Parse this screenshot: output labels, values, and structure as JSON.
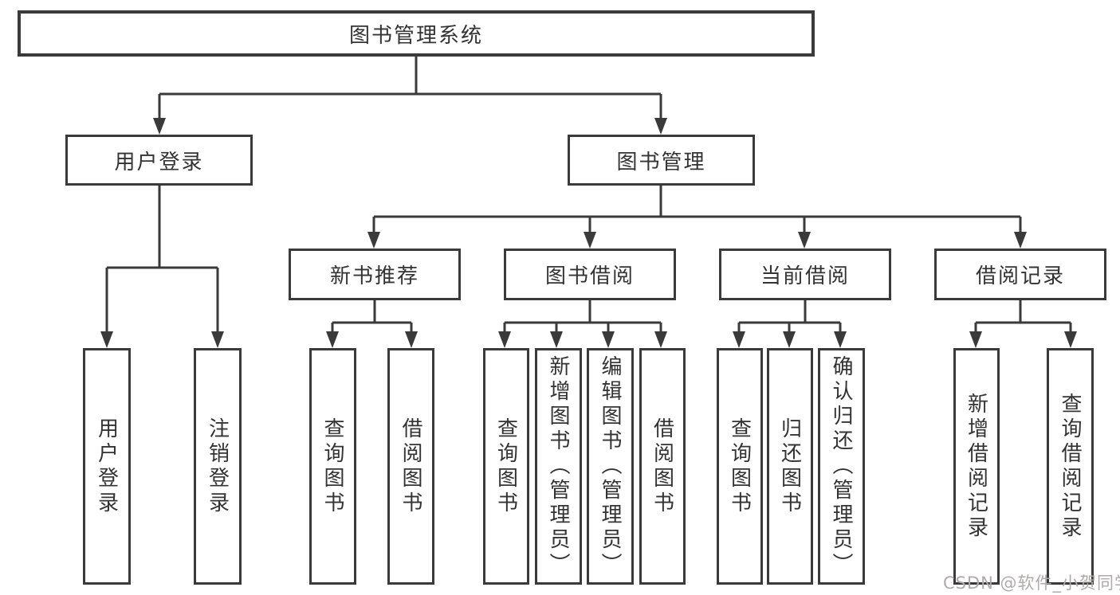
{
  "tree": {
    "root": {
      "label": "图书管理系统"
    },
    "branches": [
      {
        "label": "用户登录",
        "leaves": [
          "用户登录",
          "注销登录"
        ]
      },
      {
        "label": "图书管理",
        "groups": [
          {
            "label": "新书推荐",
            "leaves": [
              "查询图书",
              "借阅图书"
            ]
          },
          {
            "label": "图书借阅",
            "leaves": [
              "查询图书",
              "新增图书（管理员）",
              "编辑图书（管理员）",
              "借阅图书"
            ]
          },
          {
            "label": "当前借阅",
            "leaves": [
              "查询图书",
              "归还图书",
              "确认归还（管理员）"
            ]
          },
          {
            "label": "借阅记录",
            "leaves": [
              "新增借阅记录",
              "查询借阅记录"
            ]
          }
        ]
      }
    ]
  },
  "watermark": {
    "text": "CSDN @软件_小贺同学"
  },
  "colors": {
    "line": "#3a3a3a",
    "text": "#333333",
    "background": "#ffffff",
    "watermark": "#b0abab"
  }
}
